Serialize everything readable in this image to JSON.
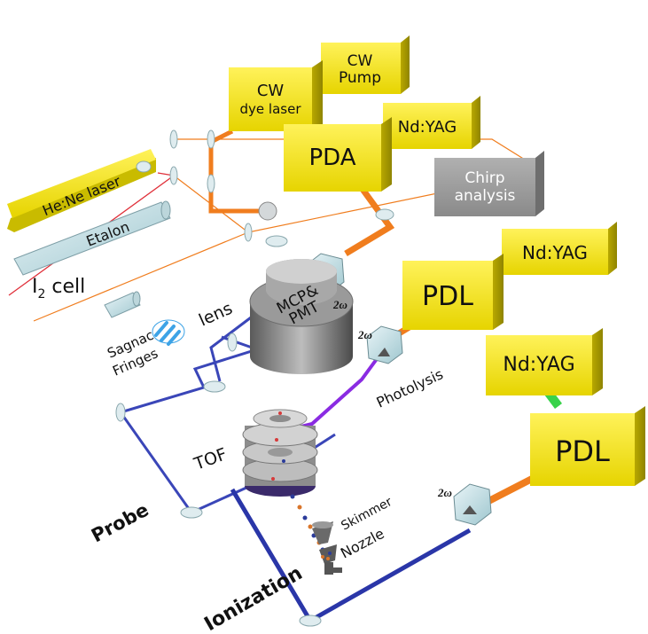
{
  "boxes": {
    "cw_pump": [
      "CW",
      "Pump"
    ],
    "cw_dye_laser": [
      "CW",
      "dye laser"
    ],
    "nd_yag_top": [
      "Nd:YAG"
    ],
    "pda": [
      "PDA"
    ],
    "chirp_analysis": [
      "Chirp",
      "analysis"
    ],
    "he_ne_laser": [
      "He:Ne laser"
    ],
    "nd_yag_mid": [
      "Nd:YAG"
    ],
    "pdl_mid": [
      "PDL"
    ],
    "nd_yag_low": [
      "Nd:YAG"
    ],
    "pdl_low": [
      "PDL"
    ]
  },
  "labels": {
    "etalon": "Etalon",
    "i2_cell_main": "I",
    "i2_cell_sub": "2",
    "i2_cell_rest": " cell",
    "lens": "lens",
    "sagnac": "Sagnac",
    "fringes": "Fringes",
    "mcp": "MCP&",
    "pmt": "PMT",
    "photolysis": "Photolysis",
    "tof": "TOF",
    "probe": "Probe",
    "skimmer": "Skimmer",
    "nozzle": "Nozzle",
    "ionization": "Ionization",
    "two_omega_1": "2ω",
    "two_omega_2": "2ω",
    "two_omega_3": "2ω"
  },
  "colors": {
    "box_yellow": "#f2e600",
    "box_gray": "#9a9a9a",
    "green_beam": "#39d24a",
    "orange_beam": "#f07d1e",
    "blue_beam": "#3a46b8",
    "purple_beam": "#8a2be2",
    "red_beam": "#e0303a"
  }
}
